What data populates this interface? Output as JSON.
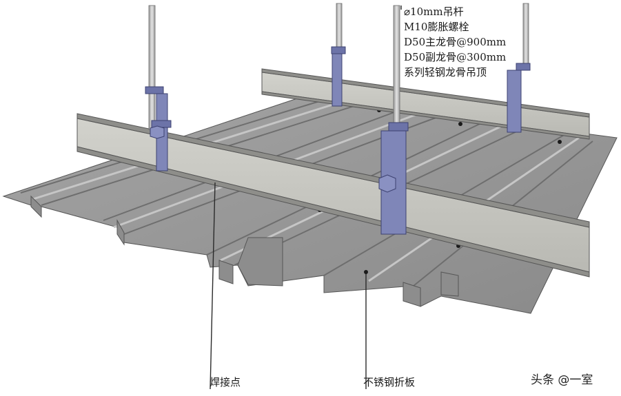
{
  "annotations": {
    "spec_lines": [
      "⌀10mm吊杆",
      "M10膨胀螺栓",
      "D50主龙骨@900mm",
      "D50副龙骨@300mm",
      "系列轻钢龙骨吊顶"
    ],
    "callout_weld": "焊接点",
    "callout_panel": "不锈钢折板"
  },
  "watermark": "头条 @一室",
  "colors": {
    "panel": "#9a9a9a",
    "panel_dark": "#7c7c7c",
    "panel_light": "#b8b8b8",
    "beam_face": "#c9c9c4",
    "beam_top": "#8e8e8a",
    "bracket": "#7f86b8",
    "rod": "#c4c4c4",
    "line": "#2a2a2a"
  }
}
